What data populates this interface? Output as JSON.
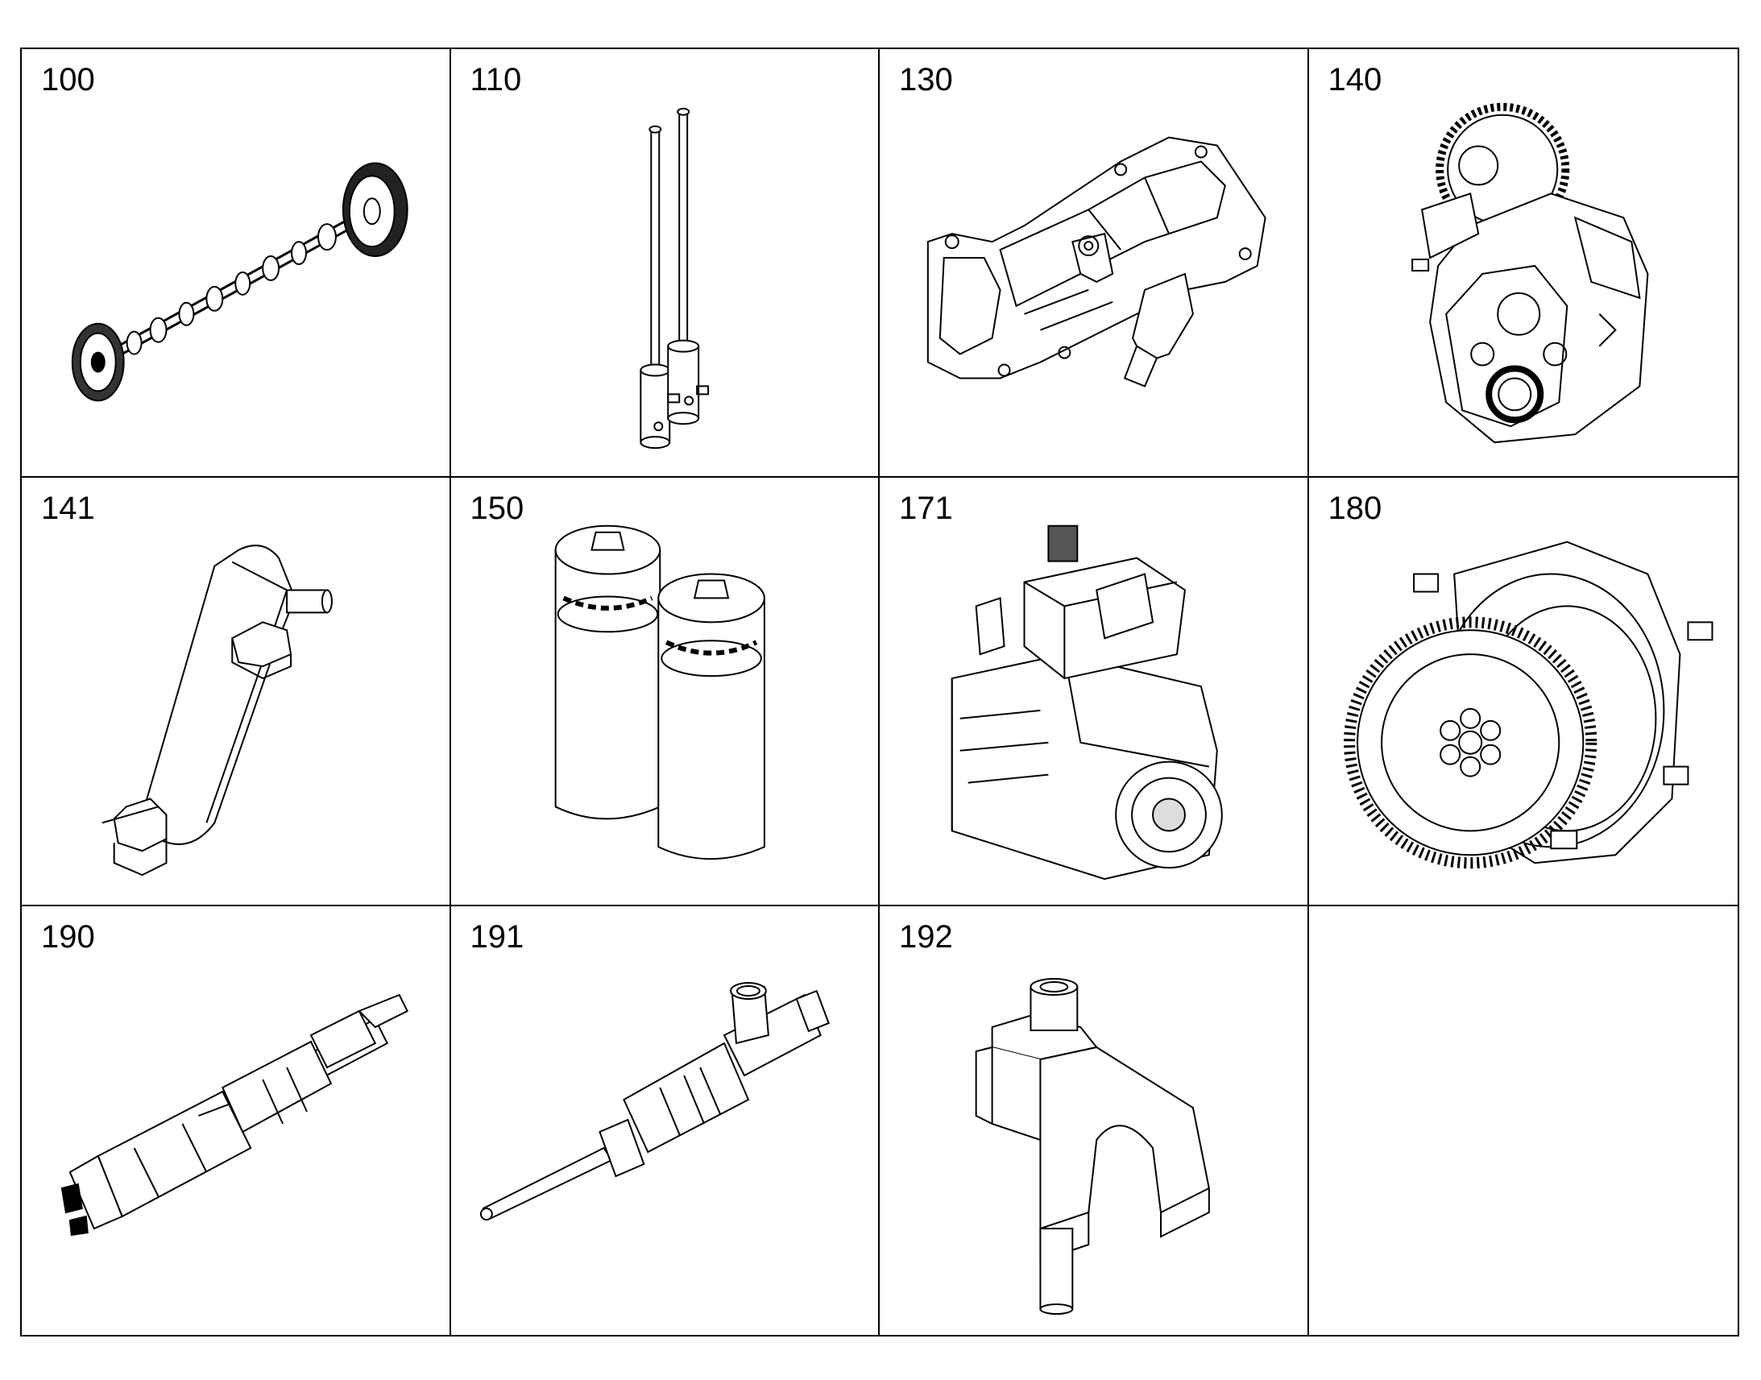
{
  "parts": [
    {
      "number": "100",
      "icon": "camshaft-icon"
    },
    {
      "number": "110",
      "icon": "pushrod-icon"
    },
    {
      "number": "130",
      "icon": "valve-housing-icon"
    },
    {
      "number": "140",
      "icon": "gear-housing-icon"
    },
    {
      "number": "141",
      "icon": "bracket-icon"
    },
    {
      "number": "150",
      "icon": "oil-filter-icon"
    },
    {
      "number": "171",
      "icon": "fuel-pump-icon"
    },
    {
      "number": "180",
      "icon": "gear-pump-icon"
    },
    {
      "number": "190",
      "icon": "injector-icon"
    },
    {
      "number": "191",
      "icon": "nozzle-icon"
    },
    {
      "number": "192",
      "icon": "clamp-fork-icon"
    },
    {
      "number": "",
      "icon": ""
    }
  ]
}
